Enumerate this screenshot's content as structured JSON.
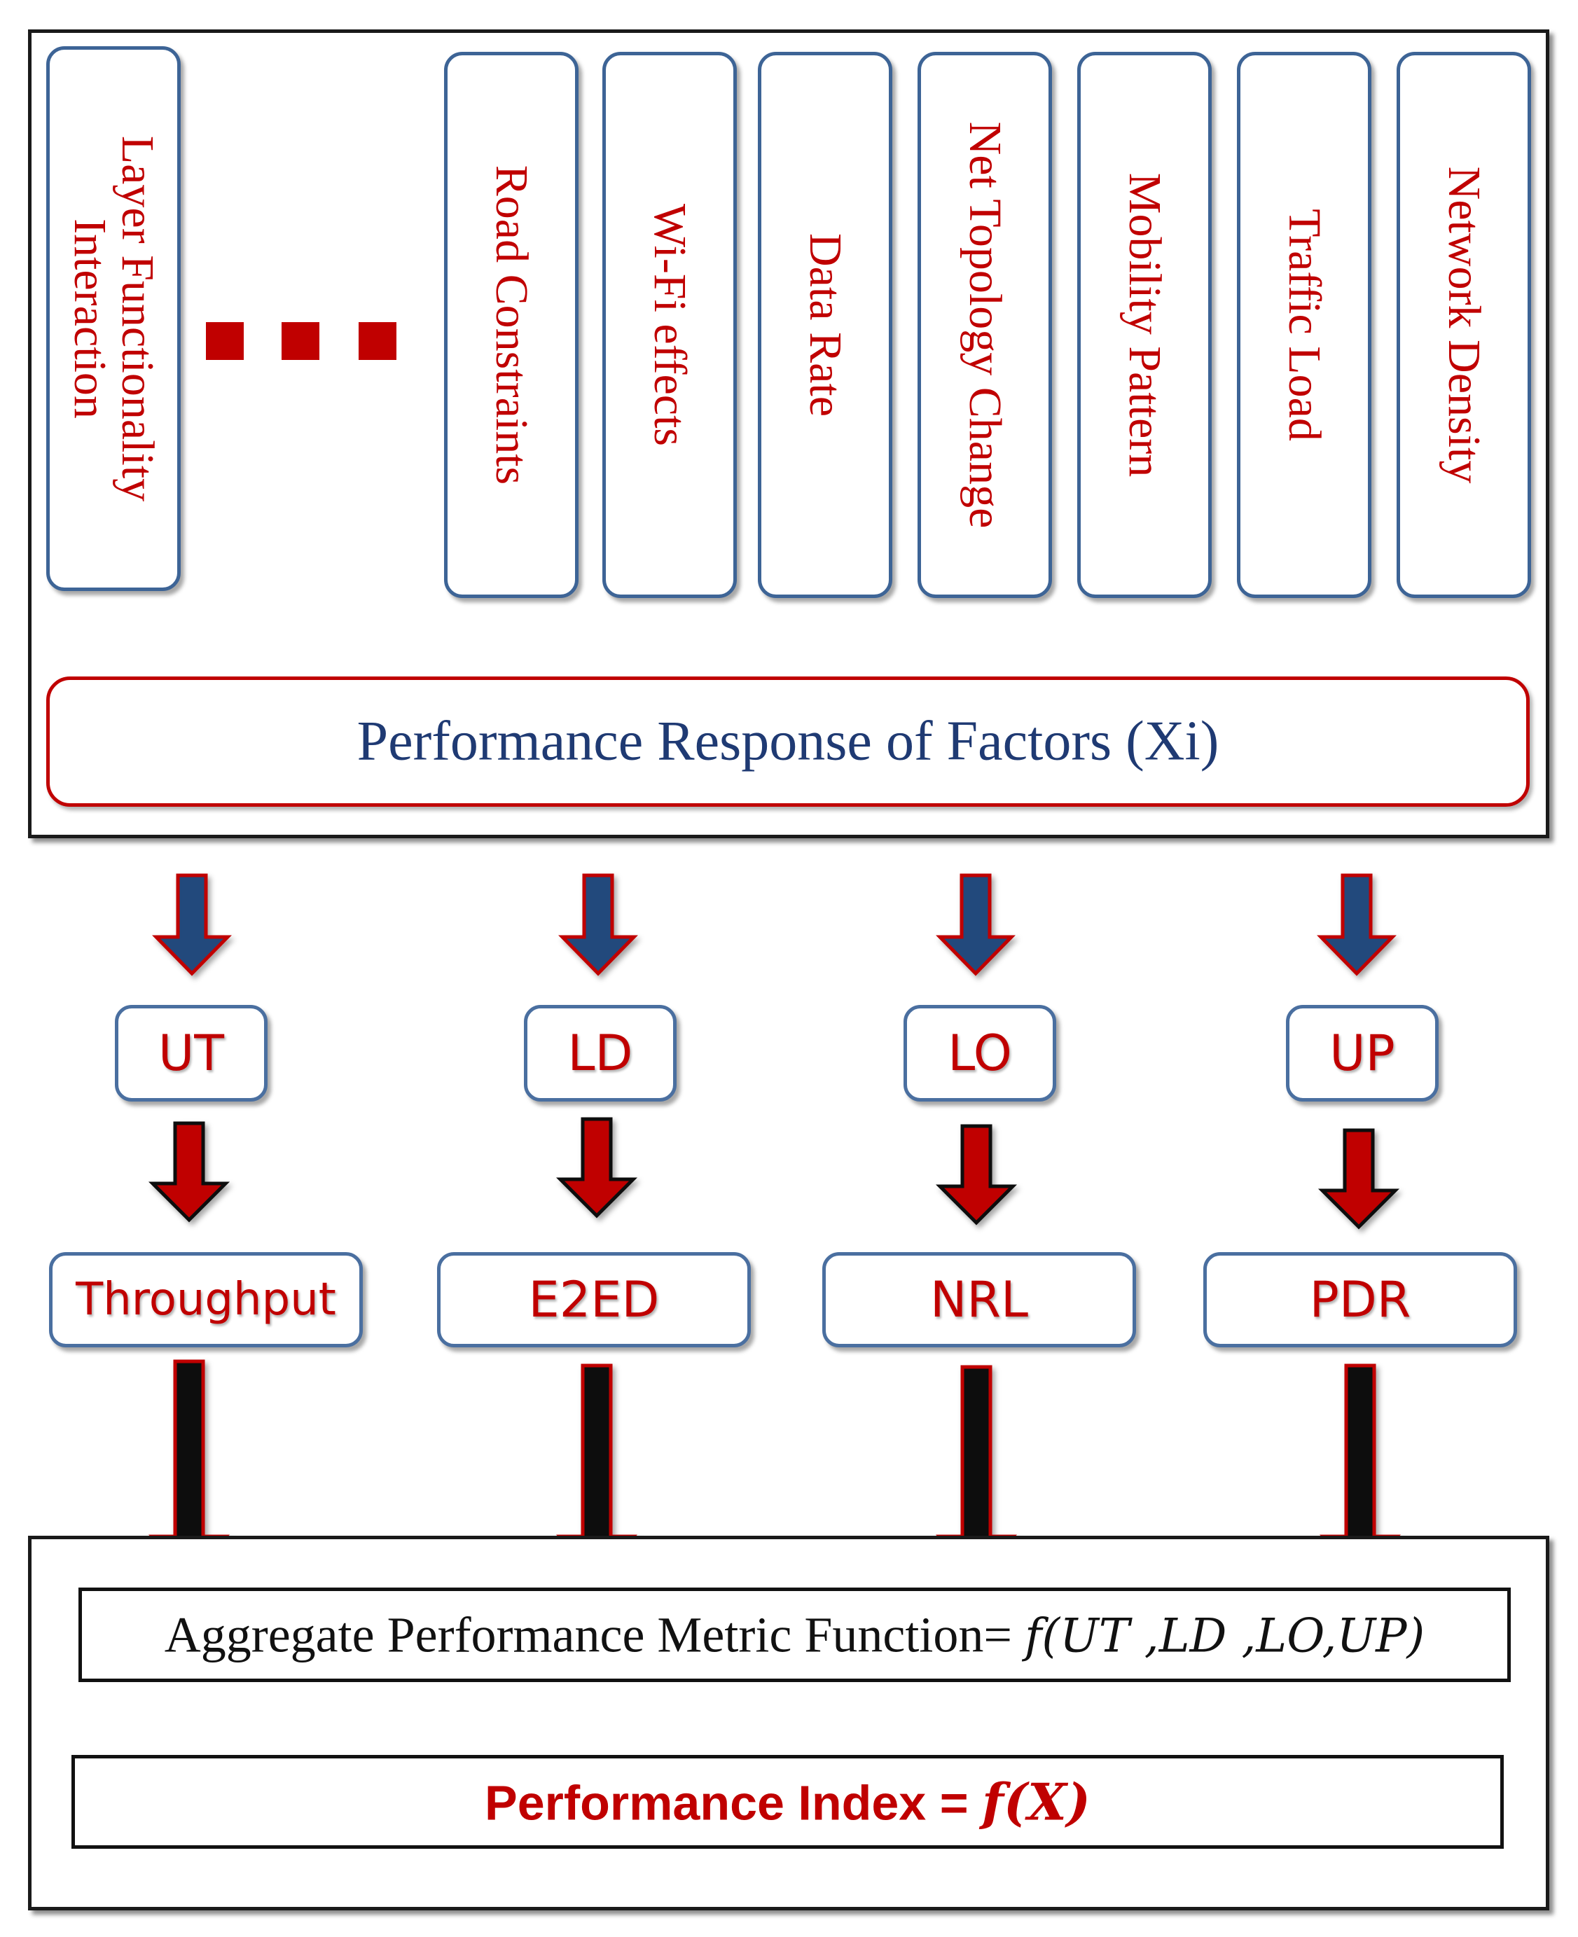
{
  "factors": [
    {
      "id": "layer-functionality-interaction",
      "label": "Layer Functionality Interaction"
    },
    {
      "id": "road-constraints",
      "label": "Road Constraints"
    },
    {
      "id": "wifi-effects",
      "label": "Wi-Fi effects"
    },
    {
      "id": "data-rate",
      "label": "Data Rate"
    },
    {
      "id": "net-topology-change",
      "label": "Net Topology Change"
    },
    {
      "id": "mobility-pattern",
      "label": "Mobility Pattern"
    },
    {
      "id": "traffic-load",
      "label": "Traffic Load"
    },
    {
      "id": "network-density",
      "label": "Network Density"
    }
  ],
  "response": {
    "label": "Performance Response of Factors (Xi)"
  },
  "codes": [
    "UT",
    "LD",
    "LO",
    "UP"
  ],
  "metrics": [
    "Throughput",
    "E2ED",
    "NRL",
    "PDR"
  ],
  "aggregate": {
    "label": "Aggregate Performance Metric Function= ",
    "formula": "f(UT ,LD ,LO,UP)"
  },
  "index": {
    "label": "Performance Index = ",
    "formula": "f(X)"
  },
  "colors": {
    "red": "#c00000",
    "blue_border": "#3d6496",
    "arrow_blue": "#24497c",
    "navy_text": "#1f3a73"
  }
}
